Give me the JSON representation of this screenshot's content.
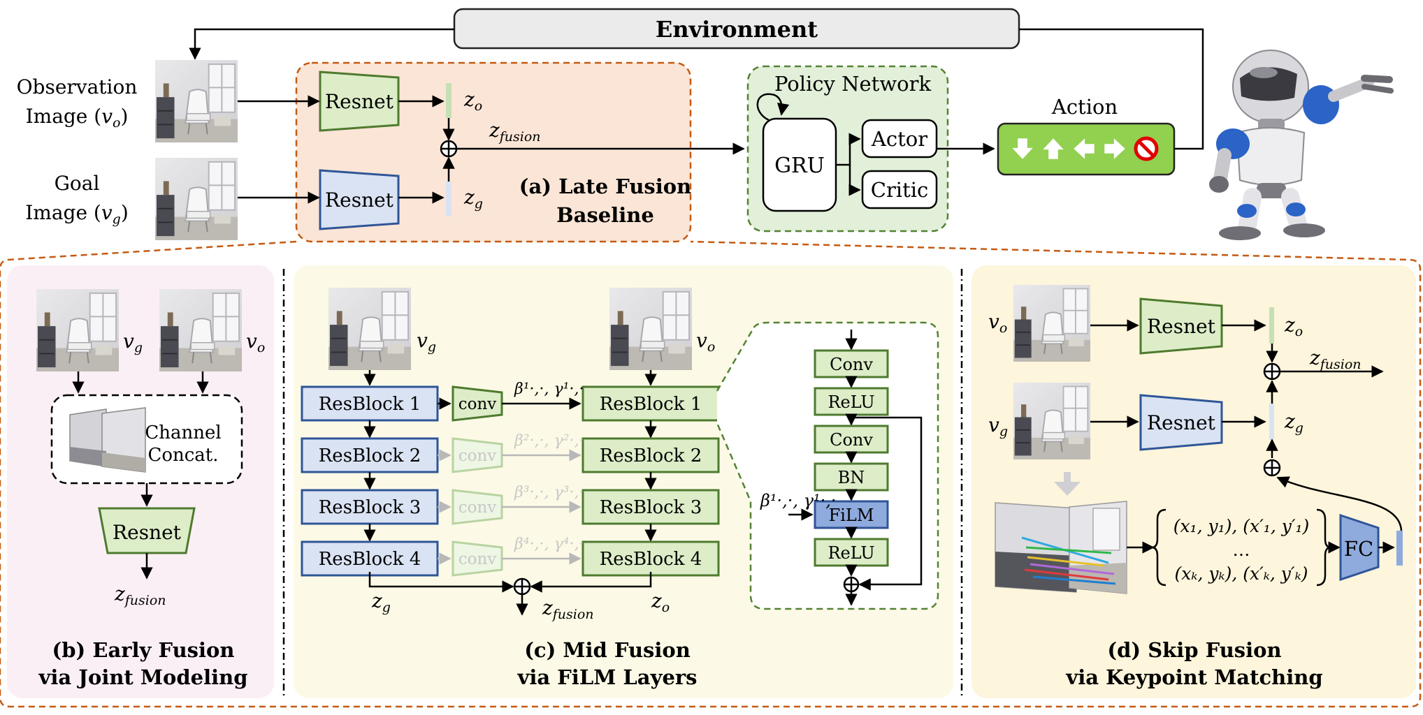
{
  "environment": {
    "label": "Environment"
  },
  "inputs": {
    "observation": {
      "line1": "Observation",
      "line2": "Image (",
      "var": "v",
      "sub": "o",
      "close": ")"
    },
    "goal": {
      "line1": "Goal",
      "line2": "Image (",
      "var": "v",
      "sub": "g",
      "close": ")"
    }
  },
  "late_fusion": {
    "resnet_top": "Resnet",
    "resnet_bottom": "Resnet",
    "z_o": {
      "var": "z",
      "sub": "o"
    },
    "z_g": {
      "var": "z",
      "sub": "g"
    },
    "z_fusion": {
      "var": "z",
      "sub": "fusion"
    },
    "caption_line1": "(a) Late Fusion",
    "caption_line2": "Baseline"
  },
  "policy": {
    "title": "Policy Network",
    "gru": "GRU",
    "actor": "Actor",
    "critic": "Critic"
  },
  "action": {
    "label": "Action"
  },
  "early_fusion": {
    "v_g": {
      "var": "v",
      "sub": "g"
    },
    "v_o": {
      "var": "v",
      "sub": "o"
    },
    "concat_line1": "Channel",
    "concat_line2": "Concat.",
    "resnet": "Resnet",
    "z_fusion": {
      "var": "z",
      "sub": "fusion"
    },
    "caption_line1": "(b) Early Fusion",
    "caption_line2": "via Joint Modeling"
  },
  "mid_fusion": {
    "v_g": {
      "var": "v",
      "sub": "g"
    },
    "v_o": {
      "var": "v",
      "sub": "o"
    },
    "left_blocks": [
      "ResBlock 1",
      "ResBlock 2",
      "ResBlock 3",
      "ResBlock 4"
    ],
    "right_blocks": [
      "ResBlock 1",
      "ResBlock 2",
      "ResBlock 3",
      "ResBlock 4"
    ],
    "conv": "conv",
    "film_params": [
      "β¹·,·, γ¹·,·",
      "β²·,·, γ²·,·",
      "β³·,·, γ³·,·",
      "β⁴·,·, γ⁴·,·"
    ],
    "z_g": {
      "var": "z",
      "sub": "g"
    },
    "z_o": {
      "var": "z",
      "sub": "o"
    },
    "z_fusion": {
      "var": "z",
      "sub": "fusion"
    },
    "detail_layers": [
      "Conv",
      "ReLU",
      "Conv",
      "BN",
      "FiLM",
      "ReLU"
    ],
    "detail_param": "β¹·,·, γ¹·,·",
    "caption_line1": "(c) Mid Fusion",
    "caption_line2": "via FiLM Layers"
  },
  "skip_fusion": {
    "v_o": {
      "var": "v",
      "sub": "o"
    },
    "v_g": {
      "var": "v",
      "sub": "g"
    },
    "resnet_top": "Resnet",
    "resnet_bottom": "Resnet",
    "z_o": {
      "var": "z",
      "sub": "o"
    },
    "z_g": {
      "var": "z",
      "sub": "g"
    },
    "z_fusion": {
      "var": "z",
      "sub": "fusion"
    },
    "kp_line1": "(x₁, y₁), (x′₁, y′₁)",
    "kp_line2": "…",
    "kp_line3": "(xₖ, yₖ), (x′ₖ, y′ₖ)",
    "fc": "FC",
    "caption_line1": "(d) Skip Fusion",
    "caption_line2": "via Keypoint Matching"
  },
  "colors": {
    "green_fill": "#dcedc8",
    "green_stroke": "#4e7a2e",
    "blue_fill": "#dae3f3",
    "blue_stroke": "#2f5597",
    "film_fill": "#8faadc",
    "orange_dash": "#c55a11",
    "late_bg": "#fbe5d6",
    "policy_bg": "#e2f0d9",
    "policy_dash": "#548235",
    "early_bg": "#fbeff6",
    "mid_bg": "#fcfae6",
    "skip_bg": "#fdf5dc",
    "action_fill": "#92d050",
    "env_fill": "#ebebeb"
  },
  "icons": [
    "room-photo",
    "arrow-down-icon",
    "arrow-up-icon",
    "arrow-left-icon",
    "arrow-right-icon",
    "stop-icon",
    "robot"
  ]
}
